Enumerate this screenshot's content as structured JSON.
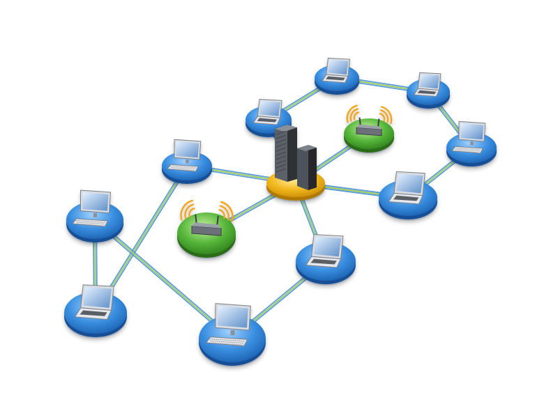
{
  "diagram": {
    "kind": "network topology illustration",
    "colors": {
      "background": "#ffffff",
      "computer_disc": "#3a8fe0",
      "server_disc": "#f2b81e",
      "router_disc": "#56b63a",
      "cable_blue": "#5b9bd6",
      "cable_green": "#9ccc5a",
      "wifi_waves": "#f2a51a",
      "server_body": "#4b4f55"
    },
    "icons": {
      "server": "server-tower-icon",
      "router": "wireless-router-icon",
      "laptop": "laptop-icon",
      "desktop": "desktop-computer-icon"
    },
    "nodes": [
      {
        "id": "server",
        "type": "server",
        "icon": "server-tower-icon"
      },
      {
        "id": "router-1",
        "type": "router",
        "icon": "wireless-router-icon"
      },
      {
        "id": "router-2",
        "type": "router",
        "icon": "wireless-router-icon"
      },
      {
        "id": "n1",
        "type": "laptop",
        "icon": "laptop-icon"
      },
      {
        "id": "n2",
        "type": "laptop",
        "icon": "laptop-icon"
      },
      {
        "id": "n3",
        "type": "laptop",
        "icon": "laptop-icon"
      },
      {
        "id": "n4",
        "type": "desktop",
        "icon": "desktop-computer-icon"
      },
      {
        "id": "n5",
        "type": "laptop",
        "icon": "laptop-icon"
      },
      {
        "id": "n6",
        "type": "desktop",
        "icon": "desktop-computer-icon"
      },
      {
        "id": "n7",
        "type": "laptop",
        "icon": "laptop-icon"
      },
      {
        "id": "n8",
        "type": "desktop",
        "icon": "desktop-computer-icon"
      },
      {
        "id": "n9",
        "type": "laptop",
        "icon": "laptop-icon"
      },
      {
        "id": "n10",
        "type": "desktop",
        "icon": "desktop-computer-icon"
      },
      {
        "id": "n11",
        "type": "laptop",
        "icon": "laptop-icon"
      }
    ],
    "links": [
      [
        "server",
        "n1"
      ],
      [
        "server",
        "n4"
      ],
      [
        "server",
        "n5"
      ],
      [
        "server",
        "n7"
      ],
      [
        "server",
        "n11"
      ],
      [
        "server",
        "router-1"
      ],
      [
        "server",
        "router-2"
      ],
      [
        "n1",
        "n2"
      ],
      [
        "n2",
        "n3"
      ],
      [
        "n3",
        "n6"
      ],
      [
        "n6",
        "n7"
      ],
      [
        "n4",
        "n9"
      ],
      [
        "n9",
        "n8"
      ],
      [
        "n8",
        "n10"
      ],
      [
        "n10",
        "n11"
      ]
    ]
  }
}
